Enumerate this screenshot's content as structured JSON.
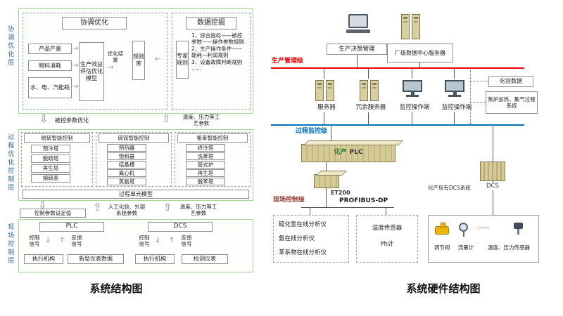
{
  "icons": {
    "block_down": "⇩",
    "block_up": "⇧",
    "down": "↓",
    "up": "↑",
    "right": "→",
    "left": "←"
  },
  "left": {
    "caption": "系统结构图",
    "layers": [
      "协调优化层",
      "过程优化控制层",
      "现场控制层"
    ],
    "top": {
      "coord_title": "协调优化",
      "inputs": [
        "产品产量",
        "物料消耗",
        "水、电、汽能耗"
      ],
      "model": "生产效益评估优化模型",
      "opt_result": "优化结果",
      "rule_base": "规则库",
      "mining_title": "数据挖掘",
      "expert_rule": "专家规则",
      "notes": "1、综合指标——被控\n参数——操作参数规则\n2、生产操作条件——\n能耗—利润规则\n3、设备故障判断规则\n......"
    },
    "arrows1": {
      "down_label": "被控参数优化",
      "up_label": "温度、压力等工\n艺参数"
    },
    "mid": {
      "sections": [
        {
          "title": "脱硫智能控制",
          "items": [
            "预冷塔",
            "脱硫塔",
            "再生塔",
            "熔硫釜"
          ]
        },
        {
          "title": "硫铵智能控制",
          "items": [
            "预热器",
            "饱和器",
            "结晶槽",
            "离心机",
            "蒸氨塔"
          ]
        },
        {
          "title": "粗苯智能控制",
          "items": [
            "终冷塔",
            "洗苯塔",
            "管式炉",
            "再生塔",
            "脱苯塔"
          ]
        }
      ],
      "unit_model": "过程单元模型"
    },
    "arrows2": {
      "setpoint": "控制参数设定值",
      "manual": "人工化验、外部\n系统参数",
      "process": "温度、压力等工\n艺参数"
    },
    "field": {
      "plc": "PLC",
      "dcs": "DCS",
      "ctrl_signal": "控制信号",
      "fb_signal": "反馈信号",
      "boxes": [
        "执行机构",
        "新型仪表数据",
        "执行机构",
        "检测仪表"
      ]
    }
  },
  "right": {
    "caption": "系统硬件结构图",
    "top": {
      "decision": "生产决策管理",
      "datacenter": "厂级数据中心服务器"
    },
    "levels": {
      "management": "生产管理级",
      "monitoring": "过程监控级",
      "field": "现场控制级"
    },
    "row2": [
      "服务器",
      "冗余服务器",
      "监控操作端",
      "监控操作端"
    ],
    "side": [
      "化验数据",
      "焦炉加热、集气过程系统"
    ],
    "plc": {
      "prefix": "化产",
      "name": "PLC",
      "remote": "ET200",
      "bus": "PROFIBUS-DP"
    },
    "dcs": {
      "name": "DCS",
      "note": "化产现有DCS系统"
    },
    "instruments": {
      "analyzers": [
        "硫化氢在线分析仪",
        "氨在线分析仪",
        "苯系物在线分析仪"
      ],
      "sensors": [
        "温度传感器",
        "Ph计"
      ],
      "valves": [
        "调节阀",
        "流量计"
      ],
      "dots": "......",
      "temp_pressure": "温度、压力传感器"
    }
  }
}
